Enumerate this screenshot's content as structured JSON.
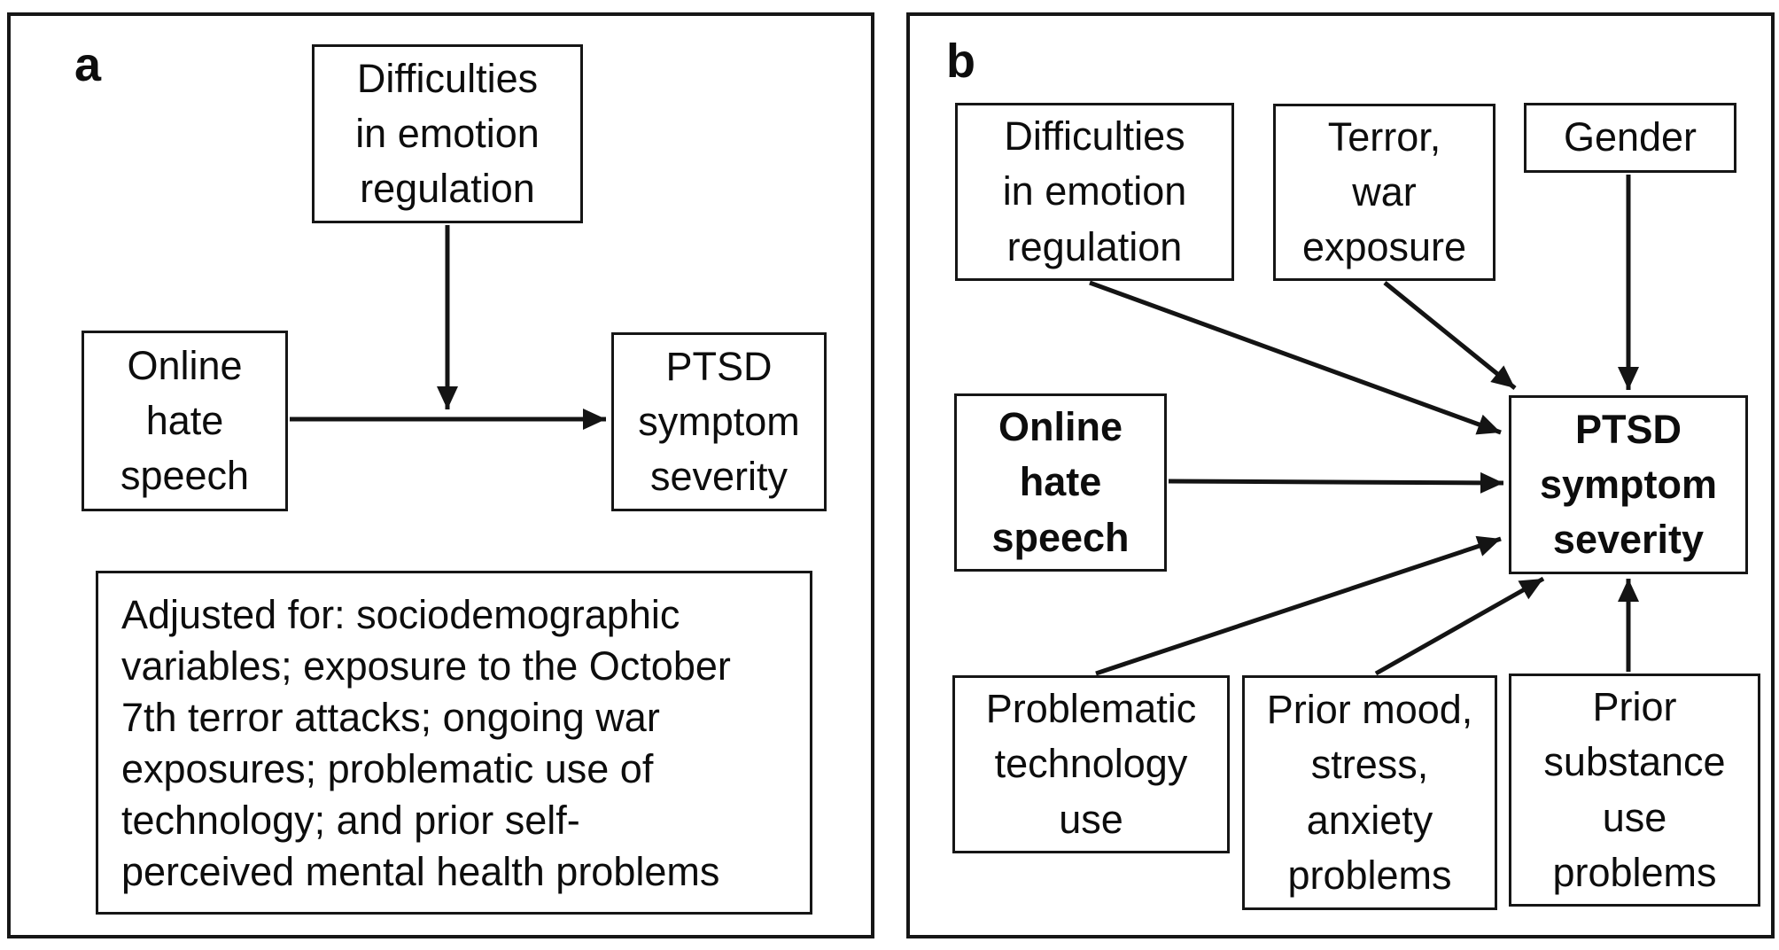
{
  "figure": {
    "panel_a": {
      "label": "a",
      "boxes": {
        "emotion_regulation": "Difficulties\nin emotion\nregulation",
        "online_hate_speech": "Online\nhate\nspeech",
        "ptsd": "PTSD\nsymptom\nseverity",
        "adjusted_note": "Adjusted for: sociodemographic\nvariables; exposure to the October\n7th terror attacks; ongoing war\nexposures; problematic use of\ntechnology; and prior self-\nperceived mental health problems"
      },
      "edges": [
        {
          "from": "Online hate speech",
          "to": "PTSD symptom severity",
          "type": "direct-arrow"
        },
        {
          "from": "Difficulties in emotion regulation",
          "to": "path: Online hate speech → PTSD symptom severity",
          "type": "moderation-arrow"
        }
      ]
    },
    "panel_b": {
      "label": "b",
      "boxes": {
        "emotion_regulation": "Difficulties\nin emotion\nregulation",
        "terror_war": "Terror,\nwar\nexposure",
        "gender": "Gender",
        "online_hate_speech": "Online\nhate\nspeech",
        "ptsd": "PTSD\nsymptom\nseverity",
        "problematic_tech": "Problematic\ntechnology\nuse",
        "prior_mood": "Prior mood,\nstress,\nanxiety\nproblems",
        "prior_substance": "Prior\nsubstance\nuse\nproblems"
      },
      "edges": [
        {
          "from": "Difficulties in emotion regulation",
          "to": "PTSD symptom severity",
          "type": "direct-arrow"
        },
        {
          "from": "Terror, war exposure",
          "to": "PTSD symptom severity",
          "type": "direct-arrow"
        },
        {
          "from": "Gender",
          "to": "PTSD symptom severity",
          "type": "direct-arrow"
        },
        {
          "from": "Online hate speech",
          "to": "PTSD symptom severity",
          "type": "direct-arrow"
        },
        {
          "from": "Problematic technology use",
          "to": "PTSD symptom severity",
          "type": "direct-arrow"
        },
        {
          "from": "Prior mood, stress, anxiety problems",
          "to": "PTSD symptom severity",
          "type": "direct-arrow"
        },
        {
          "from": "Prior substance use problems",
          "to": "PTSD symptom severity",
          "type": "direct-arrow"
        }
      ]
    },
    "colors": {
      "background": "#ffffff",
      "border": "#161616",
      "text": "#0d0d0d"
    }
  }
}
